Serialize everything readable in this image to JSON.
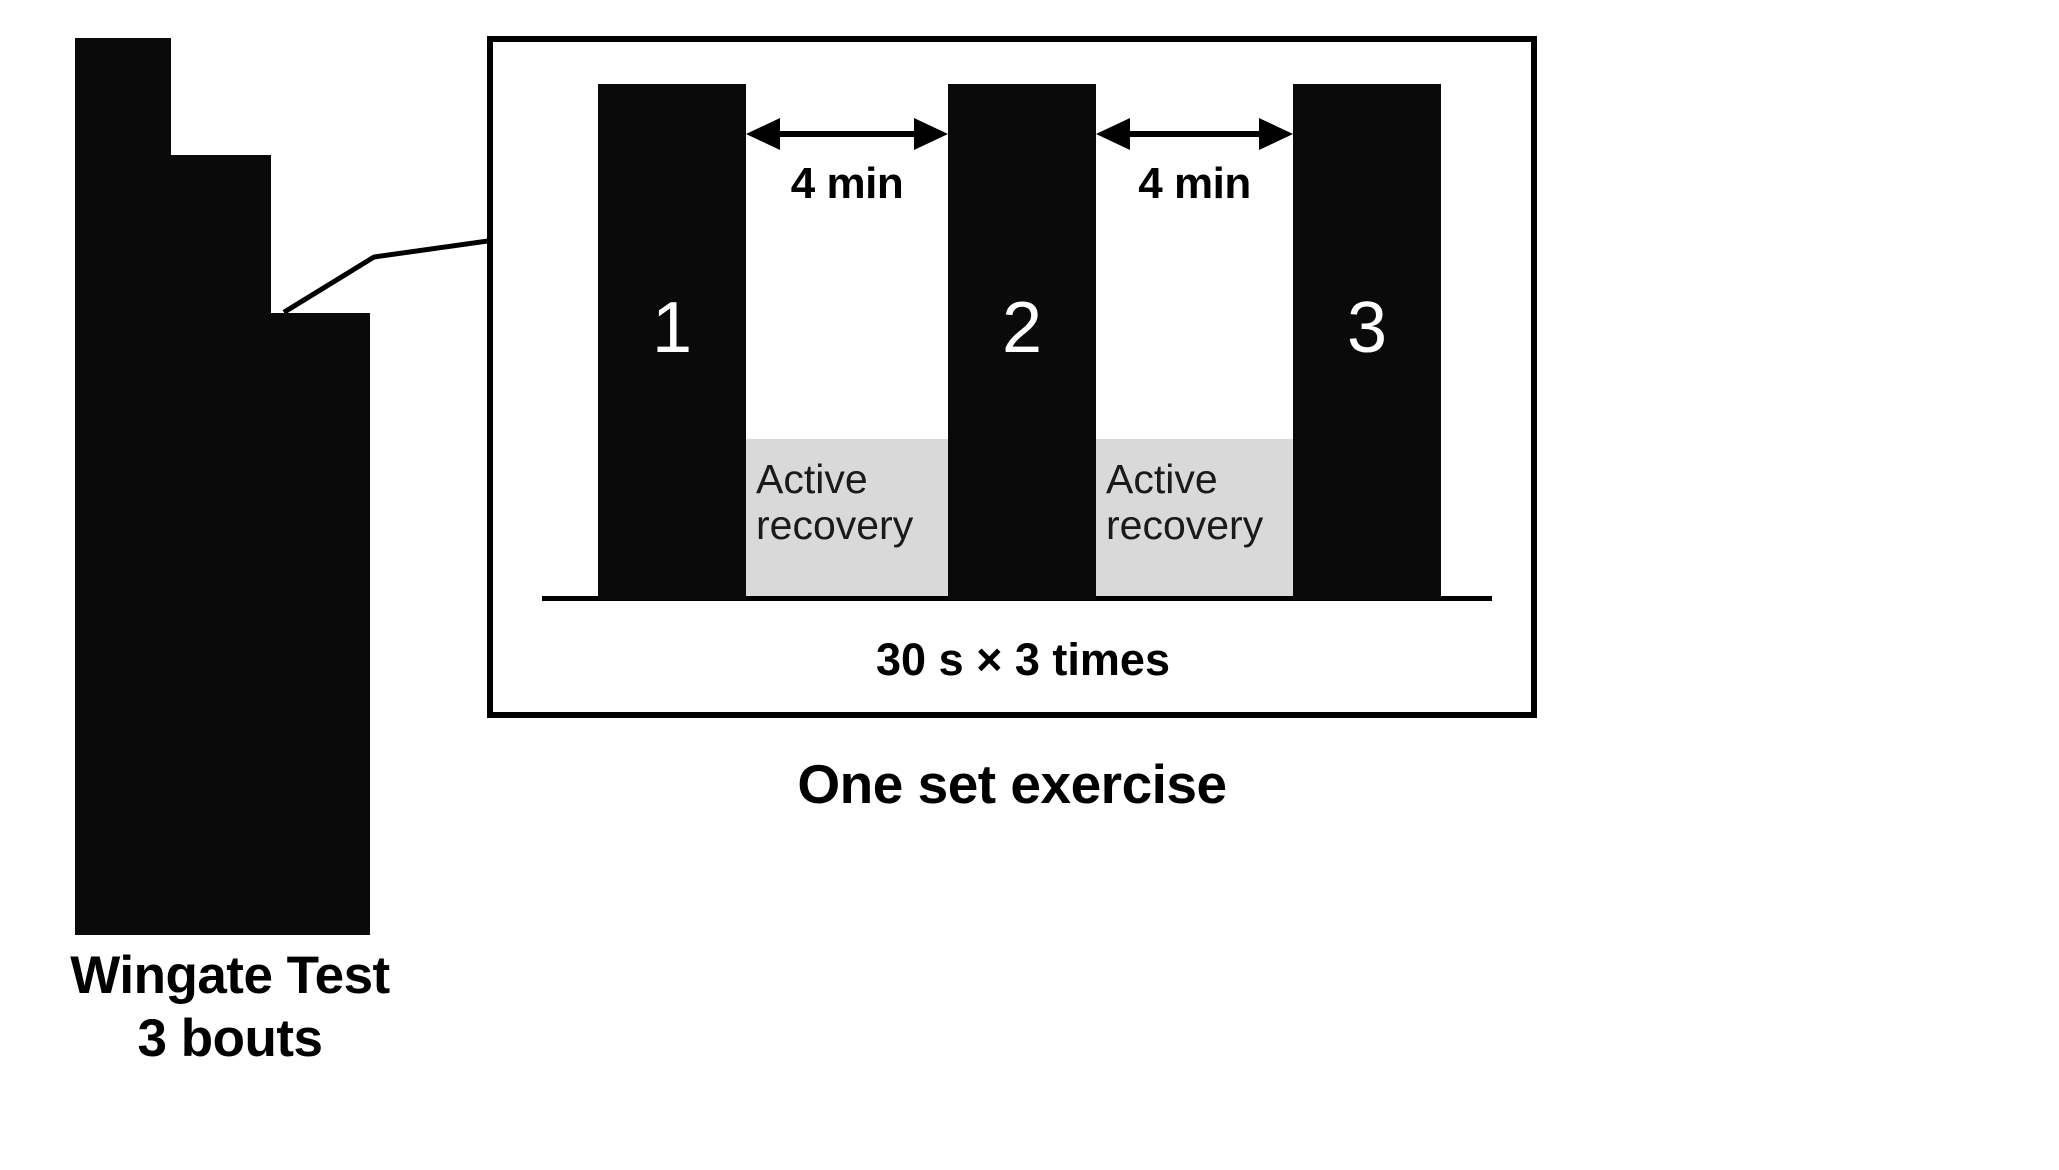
{
  "figure": {
    "background_color": "#ffffff",
    "ink_color": "#000000",
    "recovery_color": "#d9d9d9"
  },
  "wingate": {
    "caption_line_1": "Wingate Test",
    "caption_line_2": "3 bouts",
    "steps": [
      {
        "label": "bout-1-step"
      },
      {
        "label": "bout-2-step"
      },
      {
        "label": "bout-3-step"
      }
    ]
  },
  "panel": {
    "caption": "One set exercise",
    "protocol_note": "30 s × 3 times",
    "bouts": [
      {
        "number": "1"
      },
      {
        "number": "2"
      },
      {
        "number": "3"
      }
    ],
    "intervals": [
      {
        "label": "4 min"
      },
      {
        "label": "4 min"
      }
    ],
    "recoveries": [
      {
        "line_1": "Active",
        "line_2": "recovery"
      },
      {
        "line_1": "Active",
        "line_2": "recovery"
      }
    ]
  },
  "chart_data": {
    "type": "bar",
    "title": "One set exercise",
    "subtitle": "30 s × 3 times",
    "categories": [
      "1",
      "2",
      "3"
    ],
    "values": [
      30,
      30,
      30
    ],
    "value_unit": "s",
    "gaps": [
      {
        "between": [
          "1",
          "2"
        ],
        "duration": "4 min",
        "kind": "Active recovery"
      },
      {
        "between": [
          "2",
          "3"
        ],
        "duration": "4 min",
        "kind": "Active recovery"
      }
    ],
    "xlabel": "",
    "ylabel": "",
    "grid": false,
    "legend": "none",
    "companion": {
      "type": "bar",
      "title": "Wingate Test 3 bouts",
      "categories": [
        "1",
        "2",
        "3"
      ],
      "values": [
        100,
        87,
        69
      ],
      "note": "Descending staircase of three bouts (relative heights)"
    }
  }
}
